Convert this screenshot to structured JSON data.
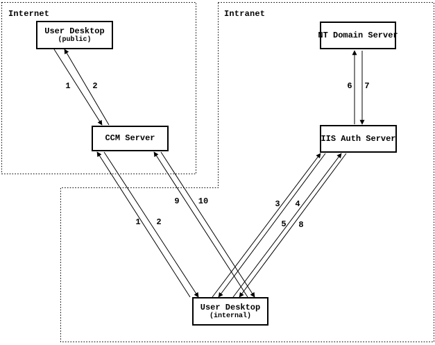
{
  "zones": {
    "internet": {
      "label": "Internet"
    },
    "intranet": {
      "label": "Intranet"
    }
  },
  "nodes": {
    "user_desktop_public": {
      "title": "User Desktop",
      "subtitle": "(public)"
    },
    "ccm_server": {
      "title": "CCM Server"
    },
    "nt_domain_server": {
      "title": "NT Domain Server"
    },
    "iis_auth_server": {
      "title": "IIS Auth Server"
    },
    "user_desktop_internal": {
      "title": "User Desktop",
      "subtitle": "(internal)"
    }
  },
  "edges": [
    {
      "label": "1",
      "from": "User Desktop (public)",
      "to": "CCM Server"
    },
    {
      "label": "2",
      "from": "CCM Server",
      "to": "User Desktop (public)"
    },
    {
      "label": "1",
      "from": "User Desktop (internal)",
      "to": "CCM Server"
    },
    {
      "label": "2",
      "from": "CCM Server",
      "to": "User Desktop (internal)"
    },
    {
      "label": "9",
      "from": "User Desktop (internal)",
      "to": "CCM Server"
    },
    {
      "label": "10",
      "from": "CCM Server",
      "to": "User Desktop (internal)"
    },
    {
      "label": "3",
      "from": "User Desktop (internal)",
      "to": "IIS Auth Server"
    },
    {
      "label": "4",
      "from": "IIS Auth Server",
      "to": "User Desktop (internal)"
    },
    {
      "label": "5",
      "from": "User Desktop (internal)",
      "to": "IIS Auth Server"
    },
    {
      "label": "8",
      "from": "IIS Auth Server",
      "to": "User Desktop (internal)"
    },
    {
      "label": "6",
      "from": "IIS Auth Server",
      "to": "NT Domain Server"
    },
    {
      "label": "7",
      "from": "NT Domain Server",
      "to": "IIS Auth Server"
    }
  ],
  "colors": {
    "background": "#ffffff",
    "stroke": "#000000",
    "text": "#000000"
  }
}
